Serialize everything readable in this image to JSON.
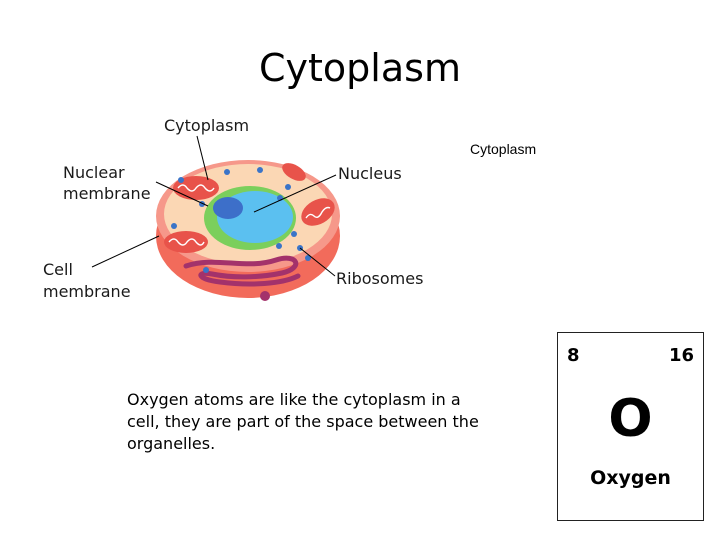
{
  "slide": {
    "title": "Cytoplasm",
    "side_label": "Cytoplasm",
    "body": "Oxygen atoms are like the cytoplasm in a cell, they are part of the space between the organelles."
  },
  "diagram": {
    "labels": {
      "cytoplasm": "Cytoplasm",
      "nuclear_membrane_line1": "Nuclear",
      "nuclear_membrane_line2": "membrane",
      "nucleus": "Nucleus",
      "cell_membrane_line1": "Cell",
      "cell_membrane_line2": "membrane",
      "ribosomes": "Ribosomes"
    },
    "colors": {
      "cell_outer": "#f26b5b",
      "cytoplasm_fill": "#fbd7b4",
      "nucleus_fill": "#5bc0f0",
      "nucleolus_fill": "#3d6fc9",
      "nuclear_membrane": "#7bcf5c",
      "mitochondria": "#e8534a",
      "er": "#a3326b",
      "ribosomes": "#3a74c8"
    }
  },
  "element_card": {
    "atomic_number": "8",
    "atomic_mass": "16",
    "symbol": "O",
    "name": "Oxygen"
  }
}
